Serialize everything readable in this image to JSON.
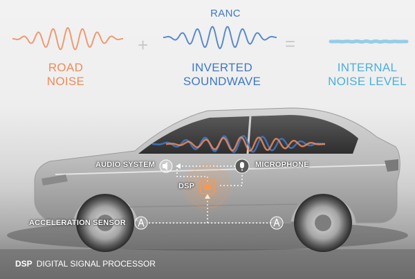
{
  "colors": {
    "road": "#f08a5a",
    "inverted": "#3d78c6",
    "internal": "#49b0de",
    "dsp": "#f29a55"
  },
  "top": {
    "road_label": [
      "ROAD",
      "NOISE"
    ],
    "inverted_label": [
      "INVERTED",
      "SOUNDWAVE"
    ],
    "internal_label": [
      "INTERNAL",
      "NOISE LEVEL"
    ],
    "ranc_label": "RANC",
    "plus": "+",
    "equals": "="
  },
  "components": {
    "audio_system": "AUDIO SYSTEM",
    "microphone": "MICROPHONE",
    "dsp": "DSP",
    "acceleration_sensor": "ACCELERATION SENSOR"
  },
  "footer": {
    "abbr": "DSP",
    "text": "DIGITAL SIGNAL PROCESSOR"
  }
}
